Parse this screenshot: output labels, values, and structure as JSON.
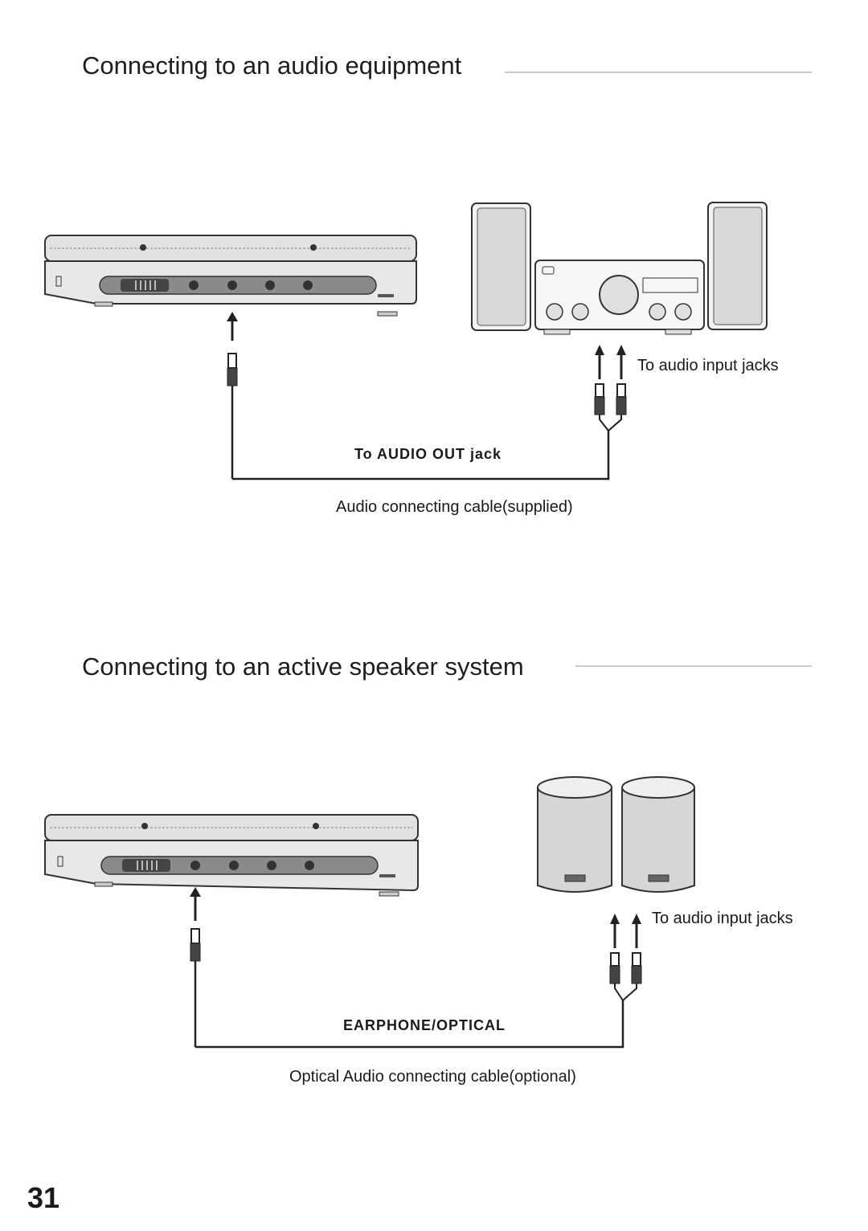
{
  "sections": [
    {
      "title": "Connecting to an audio equipment",
      "input_label": "To audio input jacks",
      "jack_label": "To AUDIO OUT jack",
      "cable_label": "Audio connecting cable(supplied)",
      "device": "stereo-amplifier"
    },
    {
      "title": "Connecting to an active speaker system",
      "input_label": "To audio input jacks",
      "jack_label": "EARPHONE/OPTICAL",
      "cable_label": "Optical Audio connecting cable(optional)",
      "device": "active-speakers"
    }
  ],
  "page_number": "31",
  "colors": {
    "line": "#2a2a2a",
    "rule": "#c9c9c9",
    "device_fill": "#d6d6d6",
    "panel_fill": "#8a8a8a"
  }
}
